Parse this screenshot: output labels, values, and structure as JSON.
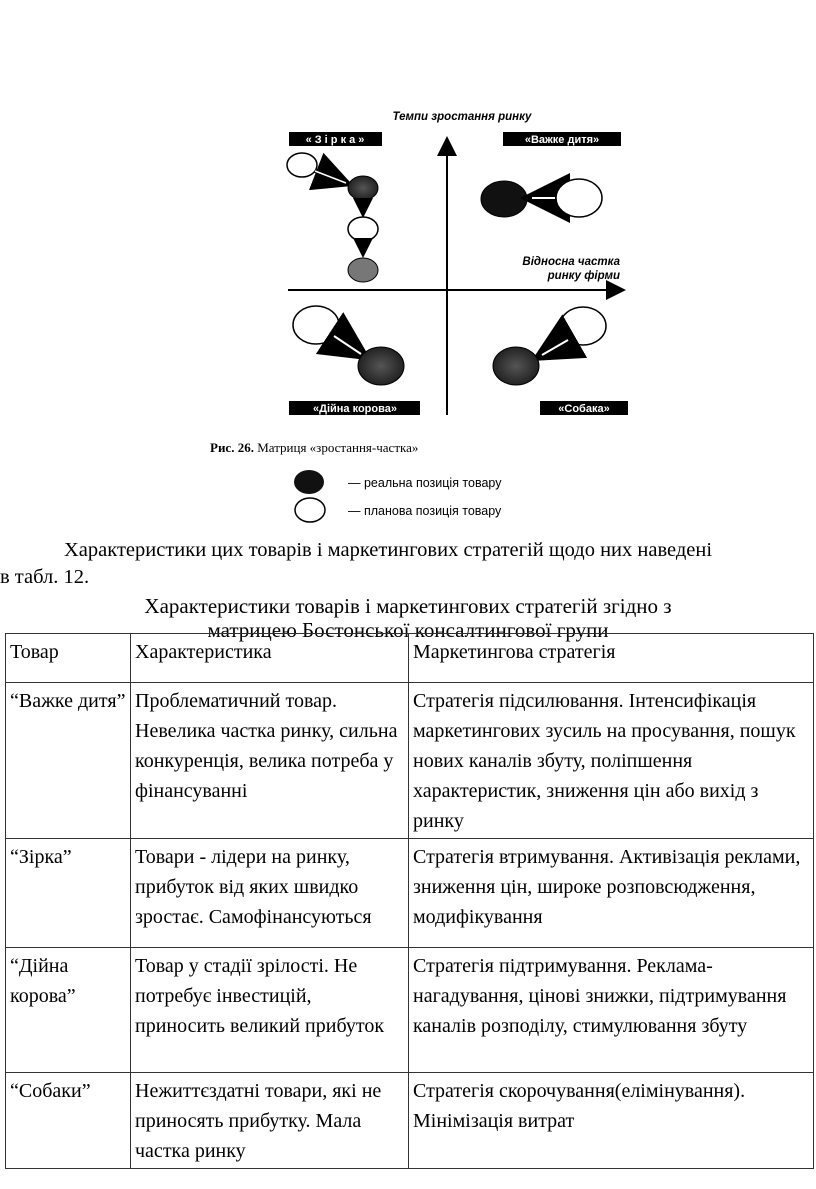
{
  "figure": {
    "y_axis_label": "Темпи зростання ринку",
    "x_axis_label_line1": "Відносна частка",
    "x_axis_label_line2": "ринку фірми",
    "quadrants": {
      "star": "« З і р к а »",
      "problem_child": "«Важке дитя»",
      "cash_cow": "«Дійна корова»",
      "dog": "«Собака»"
    },
    "caption_bold": "Рис. 26.",
    "caption_text": " Матриця «зростання-частка»",
    "legend": {
      "real": "— реальна позиція товару",
      "planned": "— планова позиція товару"
    }
  },
  "paragraph": {
    "line1": "Характеристики цих товарів і маркетингових стратегій щодо них наведені",
    "line2": "в табл. 12."
  },
  "table_title": {
    "line1": "Характеристики товарів і маркетингових стратегій згідно з",
    "line2": "матрицею Бостонської консалтингової групи"
  },
  "table": {
    "headers": [
      "Товар",
      "Характеристика",
      "Маркетингова стратегія"
    ],
    "rows": [
      {
        "product": "“Важке дитя”",
        "characteristic": "Проблематичний товар. Невелика частка ринку, сильна конкуренція, велика потреба у фінансуванні",
        "strategy": "Стратегія підсилювання. Інтенсифікація маркетингових зусиль на просування, пошук нових каналів збуту, поліпшення характеристик, зниження цін або вихід з ринку"
      },
      {
        "product": "“Зірка”",
        "characteristic": "Товари - лідери на ринку, прибуток від яких швидко зростає. Самофінансуються",
        "strategy": "Стратегія втримування. Активізація реклами, зниження цін, широке розповсюдження, модифікування"
      },
      {
        "product": "“Дійна корова”",
        "characteristic": "Товар у стадії зрілості. Не потребує інвестицій, приносить великий прибуток",
        "strategy": "Стратегія підтримування. Реклама-нагадування, цінові знижки, підтримування каналів розподілу, стимулювання збуту"
      },
      {
        "product": "“Собаки”",
        "characteristic": "Нежиттєздатні товари, які не приносять прибутку. Мала частка ринку",
        "strategy": "Стратегія скорочування(елімінування). Мінімізація витрат"
      }
    ]
  }
}
